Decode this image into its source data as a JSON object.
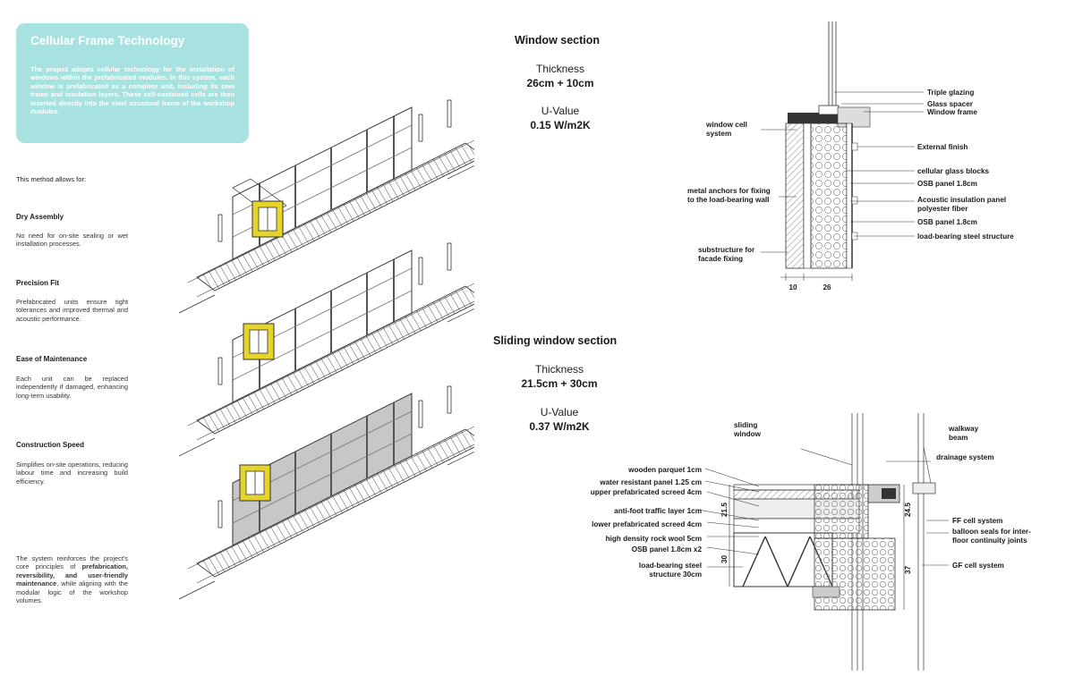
{
  "intro": {
    "title": "Cellular Frame Technology",
    "body": "The project adopts cellular technology for the installation of windows within the prefabricated modules. In this system, each window is prefabricated as a complete unit, including its own frame and insulation layers. These self-contained cells are then inserted directly into the steel structural frame of the workshop modules."
  },
  "method_intro": "This method allows for:",
  "benefits": [
    {
      "title": "Dry Assembly",
      "text": "No need for on-site sealing or wet installation processes."
    },
    {
      "title": "Precision Fit",
      "text": "Prefabricated units ensure tight tolerances and improved thermal and acoustic performance."
    },
    {
      "title": "Ease of Maintenance",
      "text": "Each unit can be replaced independently if damaged, enhancing long-term usability."
    },
    {
      "title": "Construction Speed",
      "text": "Simplifies on-site operations, reducing labour time and increasing build efficiency."
    }
  ],
  "closing": {
    "pre": "The system reinforces the project's core principles of ",
    "bold": "prefabrication, reversibility, and user-friendly maintenance",
    "post": ", while aligning with the modular logic of the workshop volumes."
  },
  "window_section": {
    "title": "Window section",
    "thickness_label": "Thickness",
    "thickness_value": "26cm + 10cm",
    "uvalue_label": "U-Value",
    "uvalue_value": "0.15 W/m2K",
    "labels": {
      "triple_glazing": "Triple glazing",
      "glass_spacer": "Glass spacer",
      "window_frame": "Window frame",
      "cell_system_1": "window cell",
      "cell_system_2": "system",
      "external_finish": "External finish",
      "cellular_glass": "cellular glass blocks",
      "osb_top": "OSB panel 1.8cm",
      "anchors_1": "metal anchors for fixing",
      "anchors_2": "to the load-bearing wall",
      "acoustic_1": "Acoustic insulation panel",
      "acoustic_2": "polyester fiber",
      "osb_bottom": "OSB panel 1.8cm",
      "steel_structure": "load-bearing steel structure",
      "substructure_1": "substructure for",
      "substructure_2": "facade fixing",
      "dim_10": "10",
      "dim_26": "26"
    }
  },
  "sliding_section": {
    "title": "Sliding window section",
    "thickness_label": "Thickness",
    "thickness_value": "21.5cm + 30cm",
    "uvalue_label": "U-Value",
    "uvalue_value": "0.37 W/m2K",
    "labels": {
      "sliding_1": "sliding",
      "sliding_2": "window",
      "walkway_1": "walkway",
      "walkway_2": "beam",
      "drainage": "drainage system",
      "parquet": "wooden parquet 1cm",
      "water_panel": "water resistant panel 1.25 cm",
      "upper_screed": "upper prefabricated screed 4cm",
      "anti_foot": "anti-foot traffic layer 1cm",
      "lower_screed": "lower prefabricated screed 4cm",
      "rock_wool": "high density rock wool 5cm",
      "osb_x2": "OSB panel 1.8cm x2",
      "steel_1": "load-bearing steel",
      "steel_2": "structure 30cm",
      "ff_cell": "FF cell system",
      "balloon_1": "balloon seals for inter-",
      "balloon_2": "floor continuity joints",
      "gf_cell": "GF cell system",
      "dim_21_5": "21.5",
      "dim_30": "30",
      "dim_24_5": "24.5",
      "dim_37": "37"
    }
  },
  "colors": {
    "card": "#a8e2e0",
    "window_yellow": "#e6d42a",
    "panel_grey": "#b9b9b9"
  }
}
